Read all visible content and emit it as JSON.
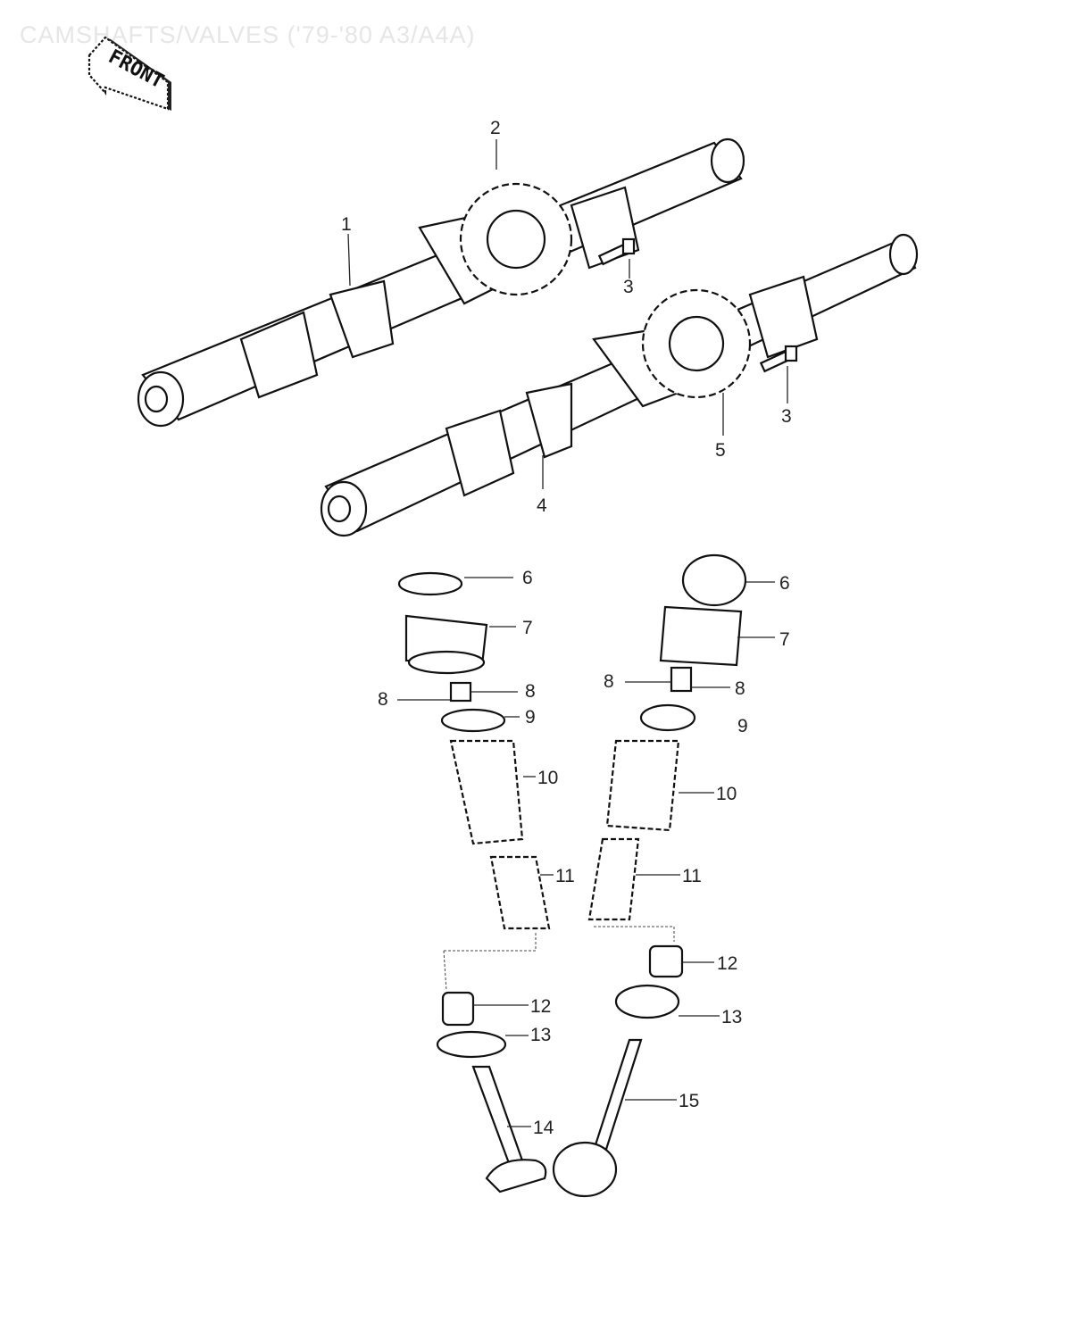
{
  "title": "CAMSHAFTS/VALVES ('79-'80 A3/A4A)",
  "front_badge": "FRONT",
  "callouts": [
    {
      "id": "c1",
      "text": "1"
    },
    {
      "id": "c2",
      "text": "2"
    },
    {
      "id": "c3a",
      "text": "3"
    },
    {
      "id": "c3b",
      "text": "3"
    },
    {
      "id": "c4",
      "text": "4"
    },
    {
      "id": "c5",
      "text": "5"
    },
    {
      "id": "c6a",
      "text": "6"
    },
    {
      "id": "c6b",
      "text": "6"
    },
    {
      "id": "c7a",
      "text": "7"
    },
    {
      "id": "c7b",
      "text": "7"
    },
    {
      "id": "c8a",
      "text": "8"
    },
    {
      "id": "c8b",
      "text": "8"
    },
    {
      "id": "c8c",
      "text": "8"
    },
    {
      "id": "c8d",
      "text": "8"
    },
    {
      "id": "c9a",
      "text": "9"
    },
    {
      "id": "c9b",
      "text": "9"
    },
    {
      "id": "c10a",
      "text": "10"
    },
    {
      "id": "c10b",
      "text": "10"
    },
    {
      "id": "c11a",
      "text": "11"
    },
    {
      "id": "c11b",
      "text": "11"
    },
    {
      "id": "c12a",
      "text": "12"
    },
    {
      "id": "c12b",
      "text": "12"
    },
    {
      "id": "c13a",
      "text": "13"
    },
    {
      "id": "c13b",
      "text": "13"
    },
    {
      "id": "c14",
      "text": "14"
    },
    {
      "id": "c15",
      "text": "15"
    }
  ]
}
